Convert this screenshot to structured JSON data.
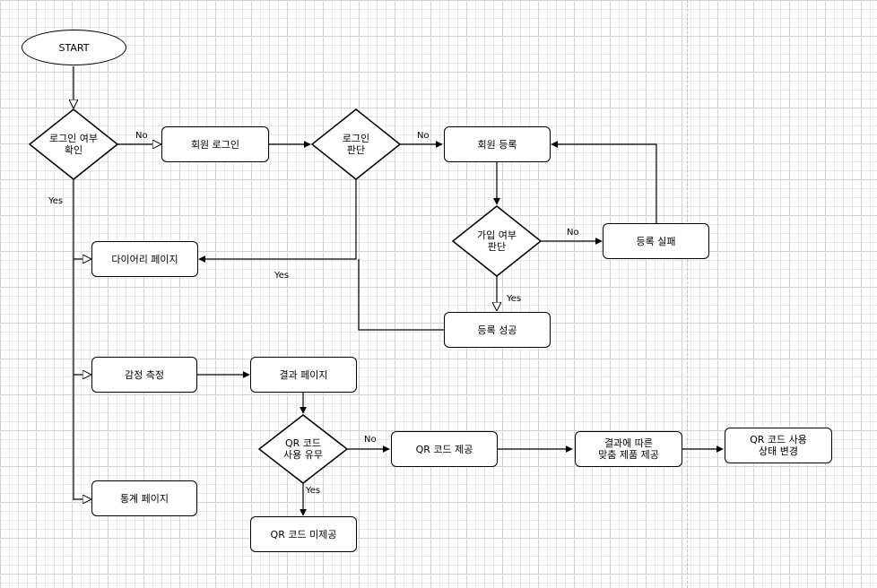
{
  "nodes": {
    "start": "START",
    "login_check": "로그인 여부\n확인",
    "member_login": "회원 로그인",
    "login_judge": "로그인\n판단",
    "member_register": "회원 등록",
    "join_judge": "가입 여부\n판단",
    "register_fail": "등록 실패",
    "diary_page": "다이어리 페이지",
    "register_success": "등록 성공",
    "emotion_measure": "감정 측정",
    "result_page": "결과 페이지",
    "qr_use": "QR 코드\n사용 유무",
    "qr_provide": "QR 코드 제공",
    "custom_product": "결과에 따른\n맞춤 제품 제공",
    "qr_status_change": "QR 코드 사용\n상태 변경",
    "qr_not_provided": "QR 코드 미제공",
    "stats_page": "통계 페이지"
  },
  "edge_labels": {
    "login_check_no": "No",
    "login_check_yes": "Yes",
    "login_judge_no": "No",
    "login_judge_yes": "Yes",
    "join_judge_no": "No",
    "join_judge_yes": "Yes",
    "qr_use_no": "No",
    "qr_use_yes": "Yes"
  }
}
